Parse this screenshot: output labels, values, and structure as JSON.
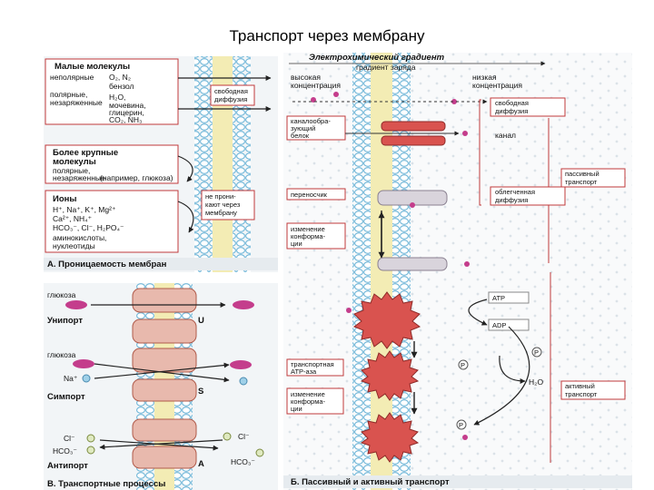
{
  "title": "Транспорт через мембрану",
  "panelA": {
    "small_molecules": "Малые молекулы",
    "nonpolar": [
      "неполярные",
      "O₂, N₂",
      "бензол"
    ],
    "polar": [
      "полярные,",
      "незаряженные",
      "H₂O,",
      "мочевина,",
      "глицерин,",
      "CO₂, NH₃"
    ],
    "free_diffusion": [
      "свободная",
      "диффузия"
    ],
    "larger_molecules": [
      "Более крупные",
      "молекулы"
    ],
    "larger_desc": [
      "полярные,",
      "незаряженные",
      "(например, глюкоза)"
    ],
    "ions": "Ионы",
    "ion_list": [
      "H⁺, Na⁺, K⁺, Mg²⁺",
      "Ca²⁺, NH₄⁺",
      "HCO₃⁻, Cl⁻, H₂PO₄⁻"
    ],
    "aminoacids": [
      "аминокислоты,",
      "нуклеотиды"
    ],
    "not_penetrate": [
      "не прони-",
      "кают через",
      "мембрану"
    ],
    "caption": "А. Проницаемость мембран"
  },
  "panelB": {
    "glucose": "глюкоза",
    "uniport": "Унипорт",
    "u": "U",
    "glucose2": "глюкоза",
    "na": "Na⁺",
    "symport": "Симпорт",
    "s": "S",
    "cl_left": "Cl⁻",
    "hco3_left": "HCO₃⁻",
    "cl_right": "Cl⁻",
    "hco3_right": "HCO₃⁻",
    "antiport": "Антипорт",
    "a": "A",
    "caption": "В. Транспортные процессы"
  },
  "panelC": {
    "gradient_title": "Электрохимический градиент",
    "charge_gradient": "градиент заряда",
    "high_conc": [
      "высокая",
      "концентрация"
    ],
    "low_conc": [
      "низкая",
      "концентрация"
    ],
    "free_diffusion": [
      "свободная",
      "диффузия"
    ],
    "channel_protein": [
      "каналообра-",
      "зующий",
      "белок"
    ],
    "channel": "канал",
    "passive_transport": [
      "пассивный",
      "транспорт"
    ],
    "carrier": "переносчик",
    "facilitated_diffusion": [
      "облегченная",
      "диффузия"
    ],
    "conformation_change": [
      "изменение",
      "конформа-",
      "ции"
    ],
    "atp": "ATP",
    "adp": "ADP",
    "p": "P",
    "transport_atpase": [
      "транспортная",
      "ATP-аза"
    ],
    "conformation_change2": [
      "изменение",
      "конформа-",
      "ции"
    ],
    "h2o": "H₂O",
    "active_transport": [
      "активный",
      "транспорт"
    ],
    "caption": "Б. Пассивный и активный транспорт"
  },
  "colors": {
    "bead": "#6fb6d8",
    "membrane_core": "#f3ecb4",
    "protein": "#d9534f",
    "molecule": "#c43d8c",
    "box_border": "#c0393b",
    "panel_bg": "#f2f5f7"
  }
}
